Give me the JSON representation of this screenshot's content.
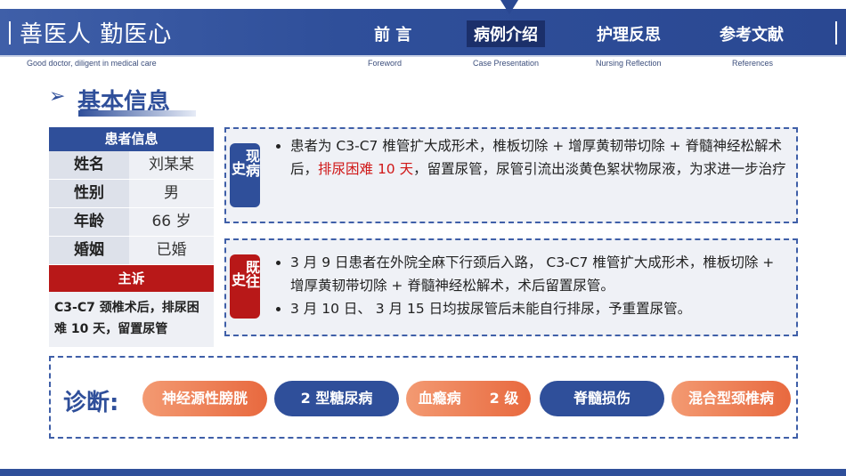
{
  "header": {
    "title": "善医人 勤医心",
    "subtitle": "Good doctor, diligent in medical care",
    "nav": [
      {
        "label": "前 言",
        "sub": "Foreword"
      },
      {
        "label": "病例介绍",
        "sub": "Case Presentation"
      },
      {
        "label": "护理反思",
        "sub": "Nursing Reflection"
      },
      {
        "label": "参考文献",
        "sub": "References"
      }
    ]
  },
  "section": {
    "title": "基本信息"
  },
  "patient": {
    "header": "患者信息",
    "rows": [
      {
        "key": "姓名",
        "value": "刘某某"
      },
      {
        "key": "性别",
        "value": "男"
      },
      {
        "key": "年龄",
        "value": "66 岁"
      },
      {
        "key": "婚姻",
        "value": "已婚"
      }
    ],
    "complaint_header": "主诉",
    "complaint": "C3-C7 颈椎术后，排尿困难 10 天，留置尿管"
  },
  "present_history": {
    "tag_1": "史",
    "tag_2": "现病",
    "text_before": "患者为 C3-C7 椎管扩大成形术，椎板切除 + 增厚黄韧带切除 + 脊髓神经松解术后，",
    "text_highlight": "排尿困难 10 天",
    "text_after": "，留置尿管，尿管引流出淡黄色絮状物尿液，为求进一步治疗"
  },
  "past_history": {
    "tag_1": "史",
    "tag_2": "既往",
    "items": [
      "3 月 9 日患者在外院全麻下行颈后入路， C3-C7 椎管扩大成形术，椎板切除 + 增厚黄韧带切除 + 脊髓神经松解术，术后留置尿管。",
      "3 月 10 日、 3 月 15 日均拔尿管后未能自行排尿，予重置尿管。"
    ]
  },
  "diagnosis": {
    "label": "诊断:",
    "items": [
      {
        "text": "神经源性膀胱",
        "color": "orange"
      },
      {
        "text": "2 型糖尿病",
        "color": "blue"
      },
      {
        "text": "血瘾病　　2 级",
        "color": "orange"
      },
      {
        "text": "脊髓损伤",
        "color": "blue"
      },
      {
        "text": "混合型颈椎病",
        "color": "orange"
      }
    ]
  },
  "colors": {
    "primary": "#2f4f9a",
    "accent_red": "#b81818",
    "orange": "#e8693f"
  }
}
